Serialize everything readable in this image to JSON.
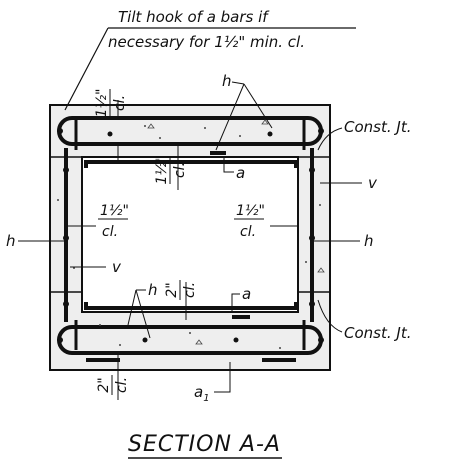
{
  "labels": {
    "note_line1": "Tilt hook of a bars if",
    "note_line2": "necessary for 1½\" min. cl.",
    "const_jt": "Const. Jt.",
    "h": "h",
    "v": "v",
    "a": "a",
    "a1": "a",
    "a1_sub": "1",
    "cl_1half": "1½\"",
    "cl_2": "2\"",
    "cl": "cl."
  },
  "title": "SECTION A-A"
}
